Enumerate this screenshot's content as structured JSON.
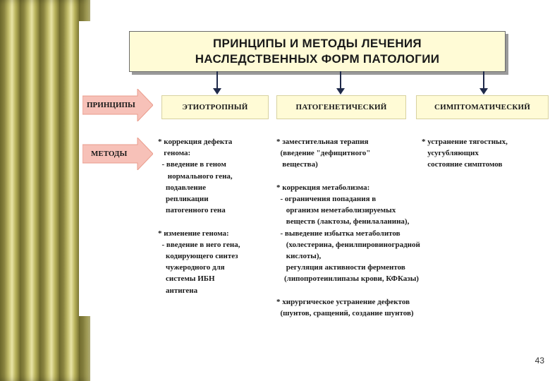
{
  "title": {
    "line1": "ПРИНЦИПЫ  И  МЕТОДЫ  ЛЕЧЕНИЯ",
    "line2": "НАСЛЕДСТВЕННЫХ  ФОРМ  ПАТОЛОГИИ"
  },
  "principles_label": "ПРИНЦИПЫ",
  "methods_label": "МЕТОДЫ",
  "columns": {
    "etiotropic": "ЭТИОТРОПНЫЙ",
    "pathogenetic": "ПАТОГЕНЕТИЧЕСКИЙ",
    "symptomatic": "СИМПТОМАТИЧЕСКИЙ"
  },
  "etiotropic_methods": [
    "* коррекция дефекта",
    "   генома:",
    "  - введение в геном",
    "     нормального гена,",
    "    подавление",
    "    репликации",
    "    патогенного гена",
    "",
    "* изменение генома:",
    "  - введение в него гена,",
    "    кодирующего синтез",
    "    чужеродного для",
    "    системы ИБН",
    "    антигена"
  ],
  "pathogenetic_methods": [
    "* заместительная терапия",
    "  (введение \"дефицитного\"",
    "   вещества)",
    "",
    "* коррекция метаболизма:",
    "  - ограничения попадания в",
    "     организм неметаболизируемых",
    "     веществ (лактозы, фенилаланина),",
    "  - выведение избытка метаболитов",
    "     (холестерина, фенилпировиноградной",
    "     кислоты),",
    "     регуляция активности ферментов",
    "    (липопротеинлипазы крови, КФКазы)",
    "",
    "* хирургическое устранение дефектов",
    "  (шунтов, сращений, создание шунтов)"
  ],
  "symptomatic_methods": [
    "* устранение тягостных,",
    "   усугубляющих",
    "   состояние симптомов"
  ],
  "page_number": "43"
}
